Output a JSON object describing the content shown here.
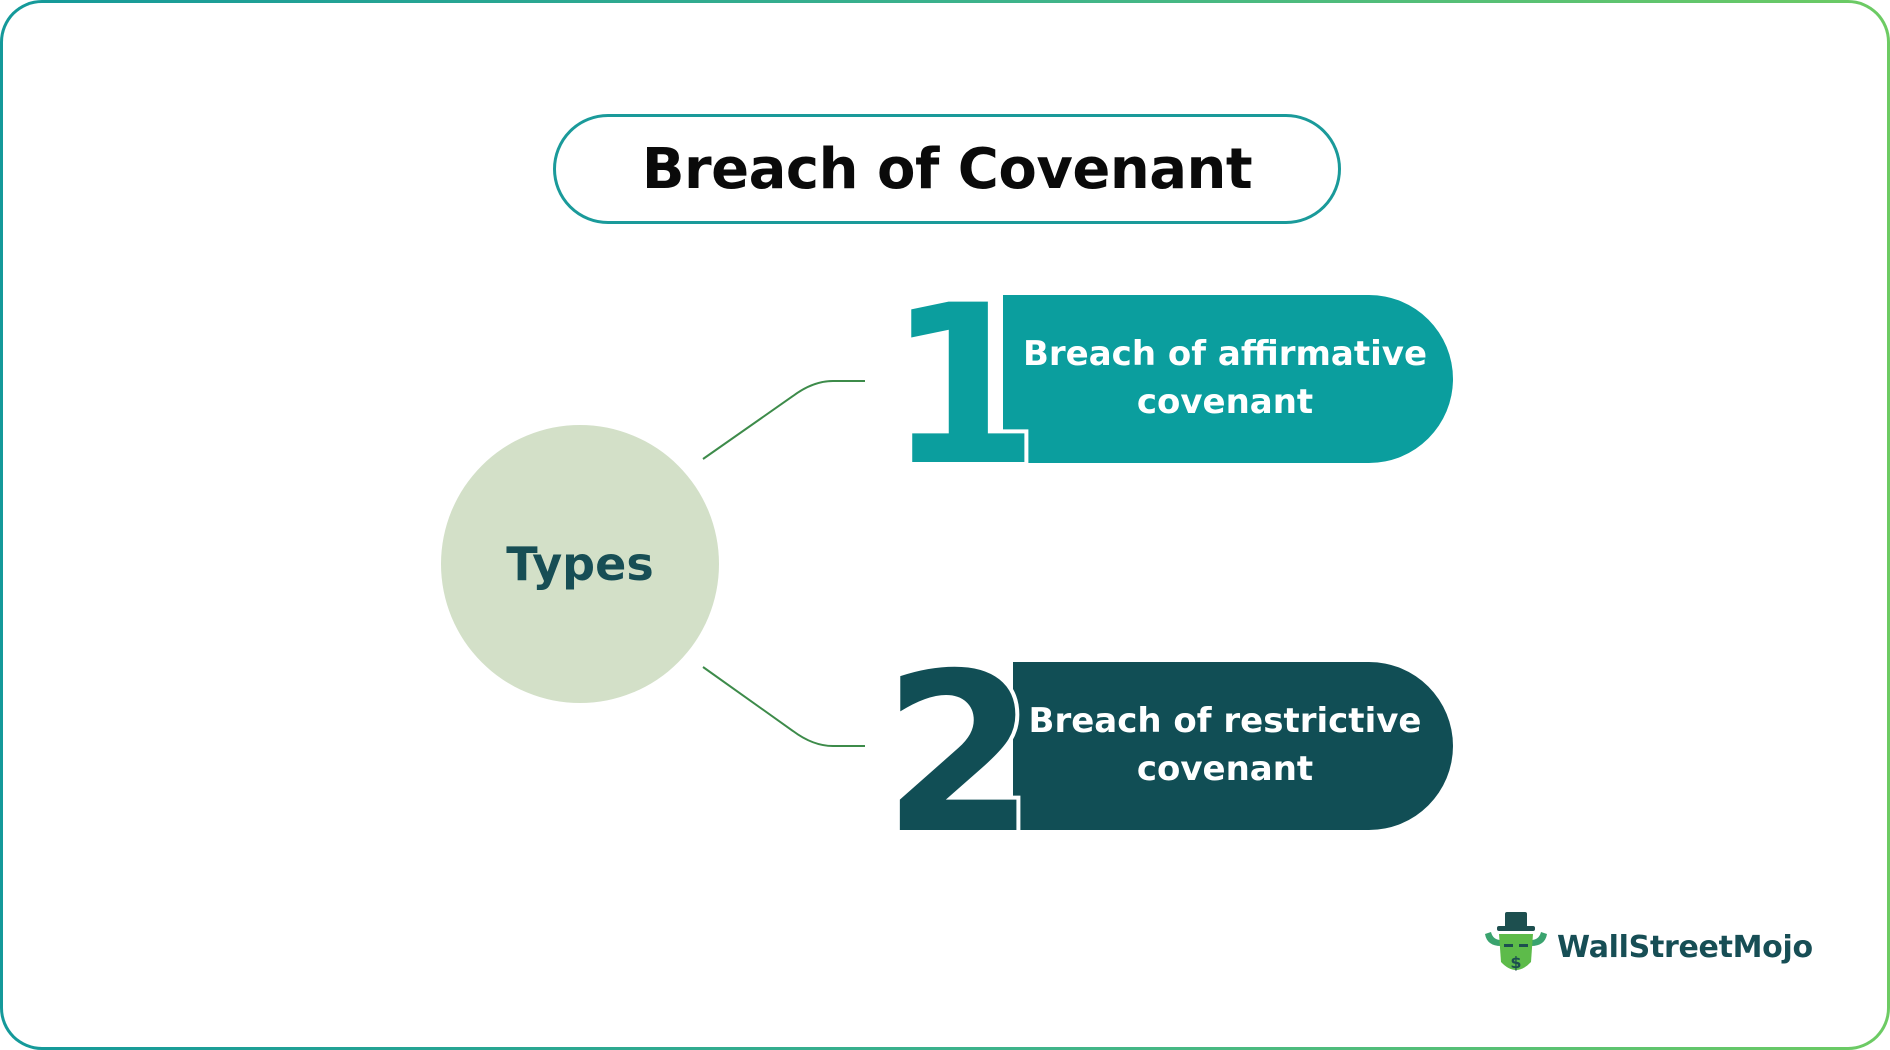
{
  "title": "Breach of Covenant",
  "hub": {
    "label": "Types",
    "color": "#d3e0c8",
    "text_color": "#174e55"
  },
  "items": [
    {
      "number": "1",
      "line1": "Breach of affirmative",
      "line2": "covenant",
      "color": "#0b9e9e"
    },
    {
      "number": "2",
      "line1": "Breach of restrictive",
      "line2": "covenant",
      "color": "#114e55"
    }
  ],
  "connector_color": "#3d8b4a",
  "border_color": "#1a9a9a",
  "logo": {
    "text": "WallStreetMojo",
    "icon": "bull-mascot-icon"
  }
}
